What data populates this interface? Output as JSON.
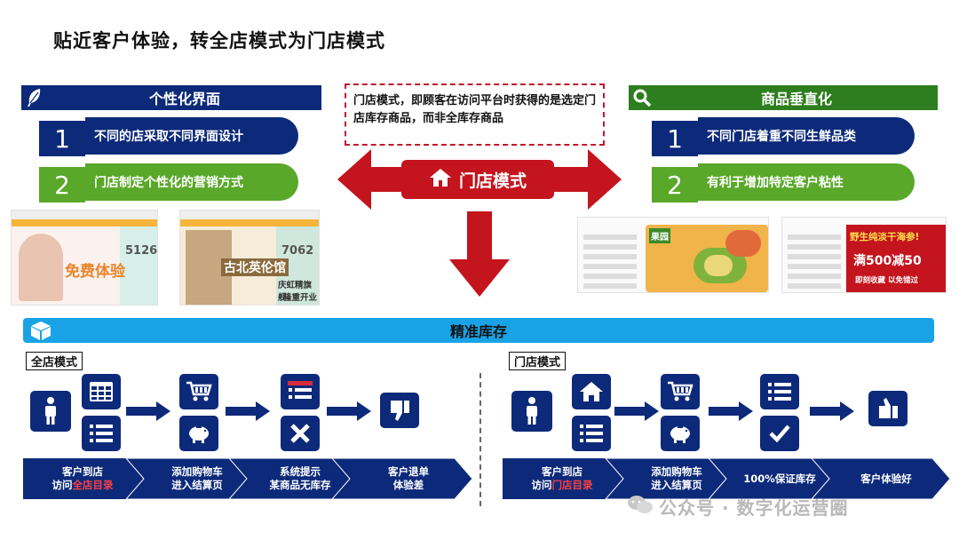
{
  "title": "贴近客户体验，转全店模式为门店模式",
  "left_panel": {
    "header": "个性化界面",
    "rows": [
      {
        "num": "1",
        "text": "不同的店采取不同界面设计"
      },
      {
        "num": "2",
        "text": "门店制定个性化的营销方式"
      }
    ],
    "shots": [
      {
        "price": "5126",
        "big": "免费体验"
      },
      {
        "price": "7062",
        "big": "古北英伦馆",
        "sub": "庆虹精旗舰",
        "sub2": "隆重开业"
      }
    ]
  },
  "right_panel": {
    "header": "商品垂直化",
    "rows": [
      {
        "num": "1",
        "text": "不同门店着重不同生鲜品类"
      },
      {
        "num": "2",
        "text": "有利于增加特定客户粘性"
      }
    ],
    "shots": [
      {
        "logo": "果园"
      },
      {
        "promo": "野生纯淡干海参!",
        "deal": "满500减50",
        "sub": "即刻收藏 以免错过"
      }
    ]
  },
  "note": "门店模式，即顾客在访问平台时获得的是选定门店库存商品，而非全库存商品",
  "center_button": "门店模式",
  "banner": "精准库存",
  "left_flow": {
    "label": "全店模式",
    "steps": [
      {
        "line1": "客户到店",
        "line2_pre": "访问",
        "line2_red": "全店目录"
      },
      {
        "line1": "添加购物车",
        "line2": "进入结算页"
      },
      {
        "line1": "系统提示",
        "line2": "某商品无库存"
      },
      {
        "line1": "客户退单",
        "line2": "体验差"
      }
    ]
  },
  "right_flow": {
    "label": "门店模式",
    "steps": [
      {
        "line1": "客户到店",
        "line2_pre": "访问",
        "line2_red": "门店目录"
      },
      {
        "line1": "添加购物车",
        "line2": "进入结算页"
      },
      {
        "line1": "100%保证库存"
      },
      {
        "line1": "客户体验好"
      }
    ]
  },
  "watermark": "公众号 · 数字化运营圈",
  "colors": {
    "navy": "#0d2a7a",
    "green": "#5aa82a",
    "red": "#c4141e",
    "banner": "#19a3e6"
  }
}
